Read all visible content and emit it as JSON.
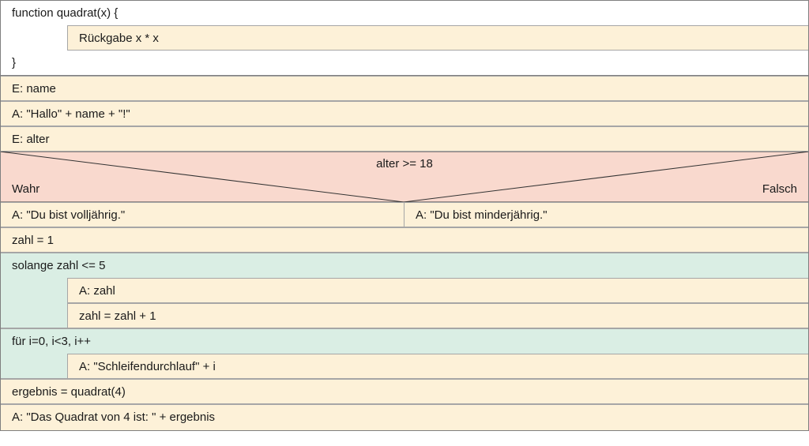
{
  "function_block": {
    "header": "function quadrat(x) {",
    "body": "Rückgabe x * x",
    "footer": "}"
  },
  "input_name": "E: name",
  "output_hello": "A: \"Hallo\" + name + \"!\"",
  "input_alter": "E: alter",
  "decision": {
    "condition": "alter >= 18",
    "true_label": "Wahr",
    "false_label": "Falsch",
    "true_action": "A: \"Du bist volljährig.\"",
    "false_action": "A: \"Du bist minderjährig.\""
  },
  "assign_zahl": "zahl = 1",
  "while_loop": {
    "header": "solange zahl <= 5",
    "body": [
      "A: zahl",
      "zahl = zahl + 1"
    ]
  },
  "for_loop": {
    "header": "für i=0, i<3, i++",
    "body": "A: \"Schleifendurchlauf\" + i"
  },
  "call_quadrat": "ergebnis = quadrat(4)",
  "output_result": "A: \"Das Quadrat von 4 ist: \" + ergebnis",
  "colors": {
    "statement": "#fdf1d8",
    "decision": "#f9d9ce",
    "loop": "#daeee4",
    "function": "#ffffff",
    "border": "#a6a6a6"
  }
}
